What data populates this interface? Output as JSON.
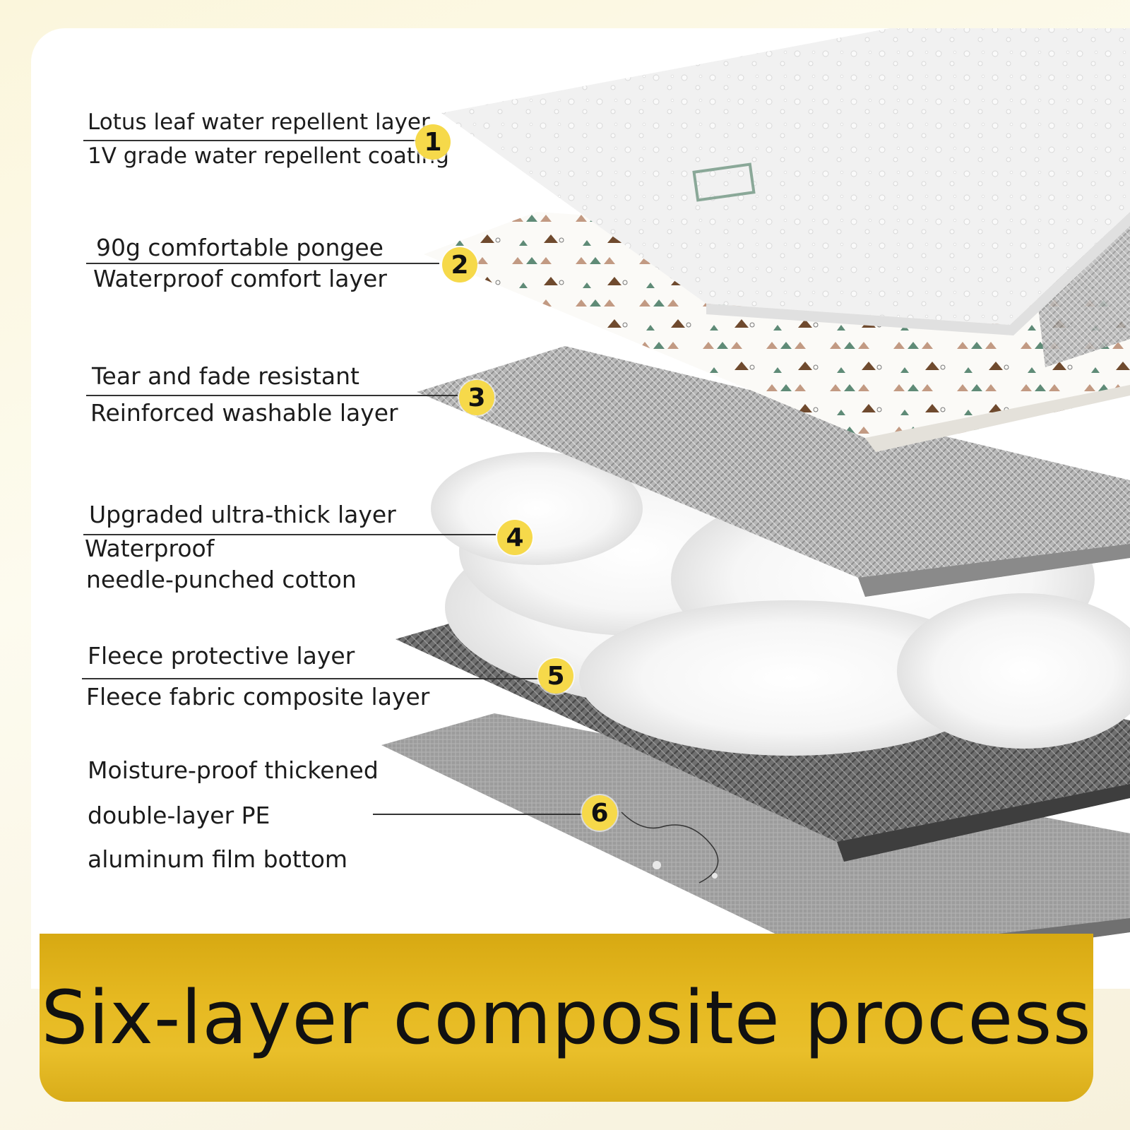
{
  "layers": [
    {
      "number": "1",
      "lines": [
        "Lotus leaf water repellent layer",
        "1V grade water repellent coating"
      ]
    },
    {
      "number": "2",
      "lines": [
        "90g comfortable pongee",
        "Waterproof comfort layer"
      ]
    },
    {
      "number": "3",
      "lines": [
        "Tear and fade resistant",
        "Reinforced washable layer"
      ]
    },
    {
      "number": "4",
      "lines": [
        "Upgraded ultra-thick layer",
        "Waterproof",
        "needle-punched cotton"
      ]
    },
    {
      "number": "5",
      "lines": [
        "Fleece protective layer",
        "Fleece fabric composite layer"
      ]
    },
    {
      "number": "6",
      "lines": [
        "Moisture-proof thickened",
        "double-layer PE",
        "aluminum film bottom"
      ]
    }
  ],
  "banner": {
    "title": "Six-layer composite process"
  },
  "colors": {
    "badge": "#f6d94a",
    "banner": "#e3b620",
    "text": "#1c1c1c"
  }
}
